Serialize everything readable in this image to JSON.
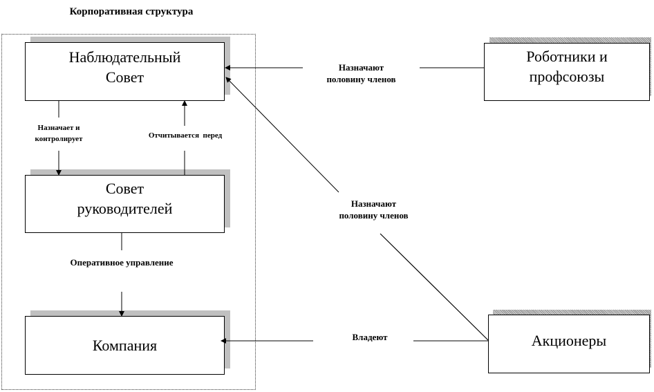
{
  "title": "Корпоративная структура",
  "boxes": {
    "supervisory_board": {
      "line1": "Наблюдательный",
      "line2": "Совет"
    },
    "management_board": {
      "line1": "Совет",
      "line2": "руководителей"
    },
    "company": {
      "label": "Компания"
    },
    "workers": {
      "line1": "Роботники и",
      "line2": "профсоюзы"
    },
    "shareholders": {
      "label": "Акционеры"
    }
  },
  "edges": {
    "appoints_controls": {
      "line1": "Назначает и",
      "line2": "контролирует"
    },
    "reports_to": {
      "label": "Отчитывается  перед"
    },
    "operational_management": {
      "label": "Оперативное управление"
    },
    "workers_appoint": {
      "line1": "Назначают",
      "line2": "половину членов"
    },
    "shareholders_appoint": {
      "line1": "Назначают",
      "line2": "половину членов"
    },
    "own": {
      "label": "Владеют"
    }
  }
}
